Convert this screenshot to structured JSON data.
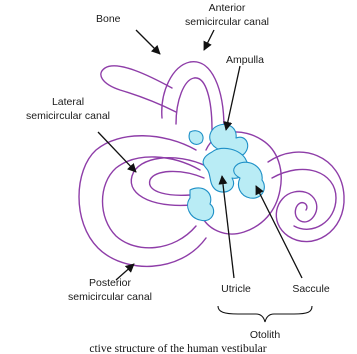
{
  "labels": {
    "bone": "Bone",
    "anterior_line1": "Anterior",
    "anterior_line2": "semicircular canal",
    "ampulla": "Ampulla",
    "lateral_line1": "Lateral",
    "lateral_line2": "semicircular canal",
    "posterior_line1": "Posterior",
    "posterior_line2": "semicircular canal",
    "utricle": "Utricle",
    "saccule": "Saccule",
    "otolith": "Otolith"
  },
  "caption": "ctive structure of the human vestibular",
  "colors": {
    "bone_outline": "#8e3da8",
    "membranous_fill": "#b9ecf5",
    "membranous_outline": "#1e90c7",
    "arrow": "#111111",
    "text": "#1a1a1a"
  }
}
